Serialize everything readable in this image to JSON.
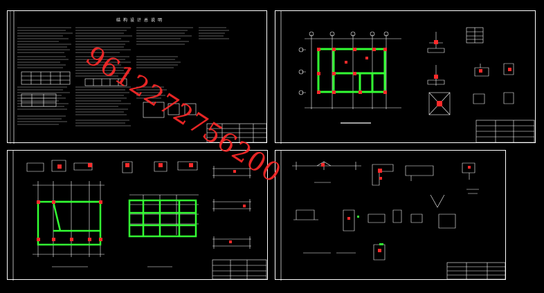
{
  "sheets": [
    {
      "id": "notes",
      "title": "结构设计总说明"
    },
    {
      "id": "foundation"
    },
    {
      "id": "floor-plan"
    },
    {
      "id": "details"
    }
  ],
  "watermark": "9612272756200",
  "colors": {
    "background": "#000000",
    "lines": "#ffffff",
    "walls": "#33ff33",
    "columns": "#ff2a2a",
    "watermark": "#ff2a2a"
  }
}
